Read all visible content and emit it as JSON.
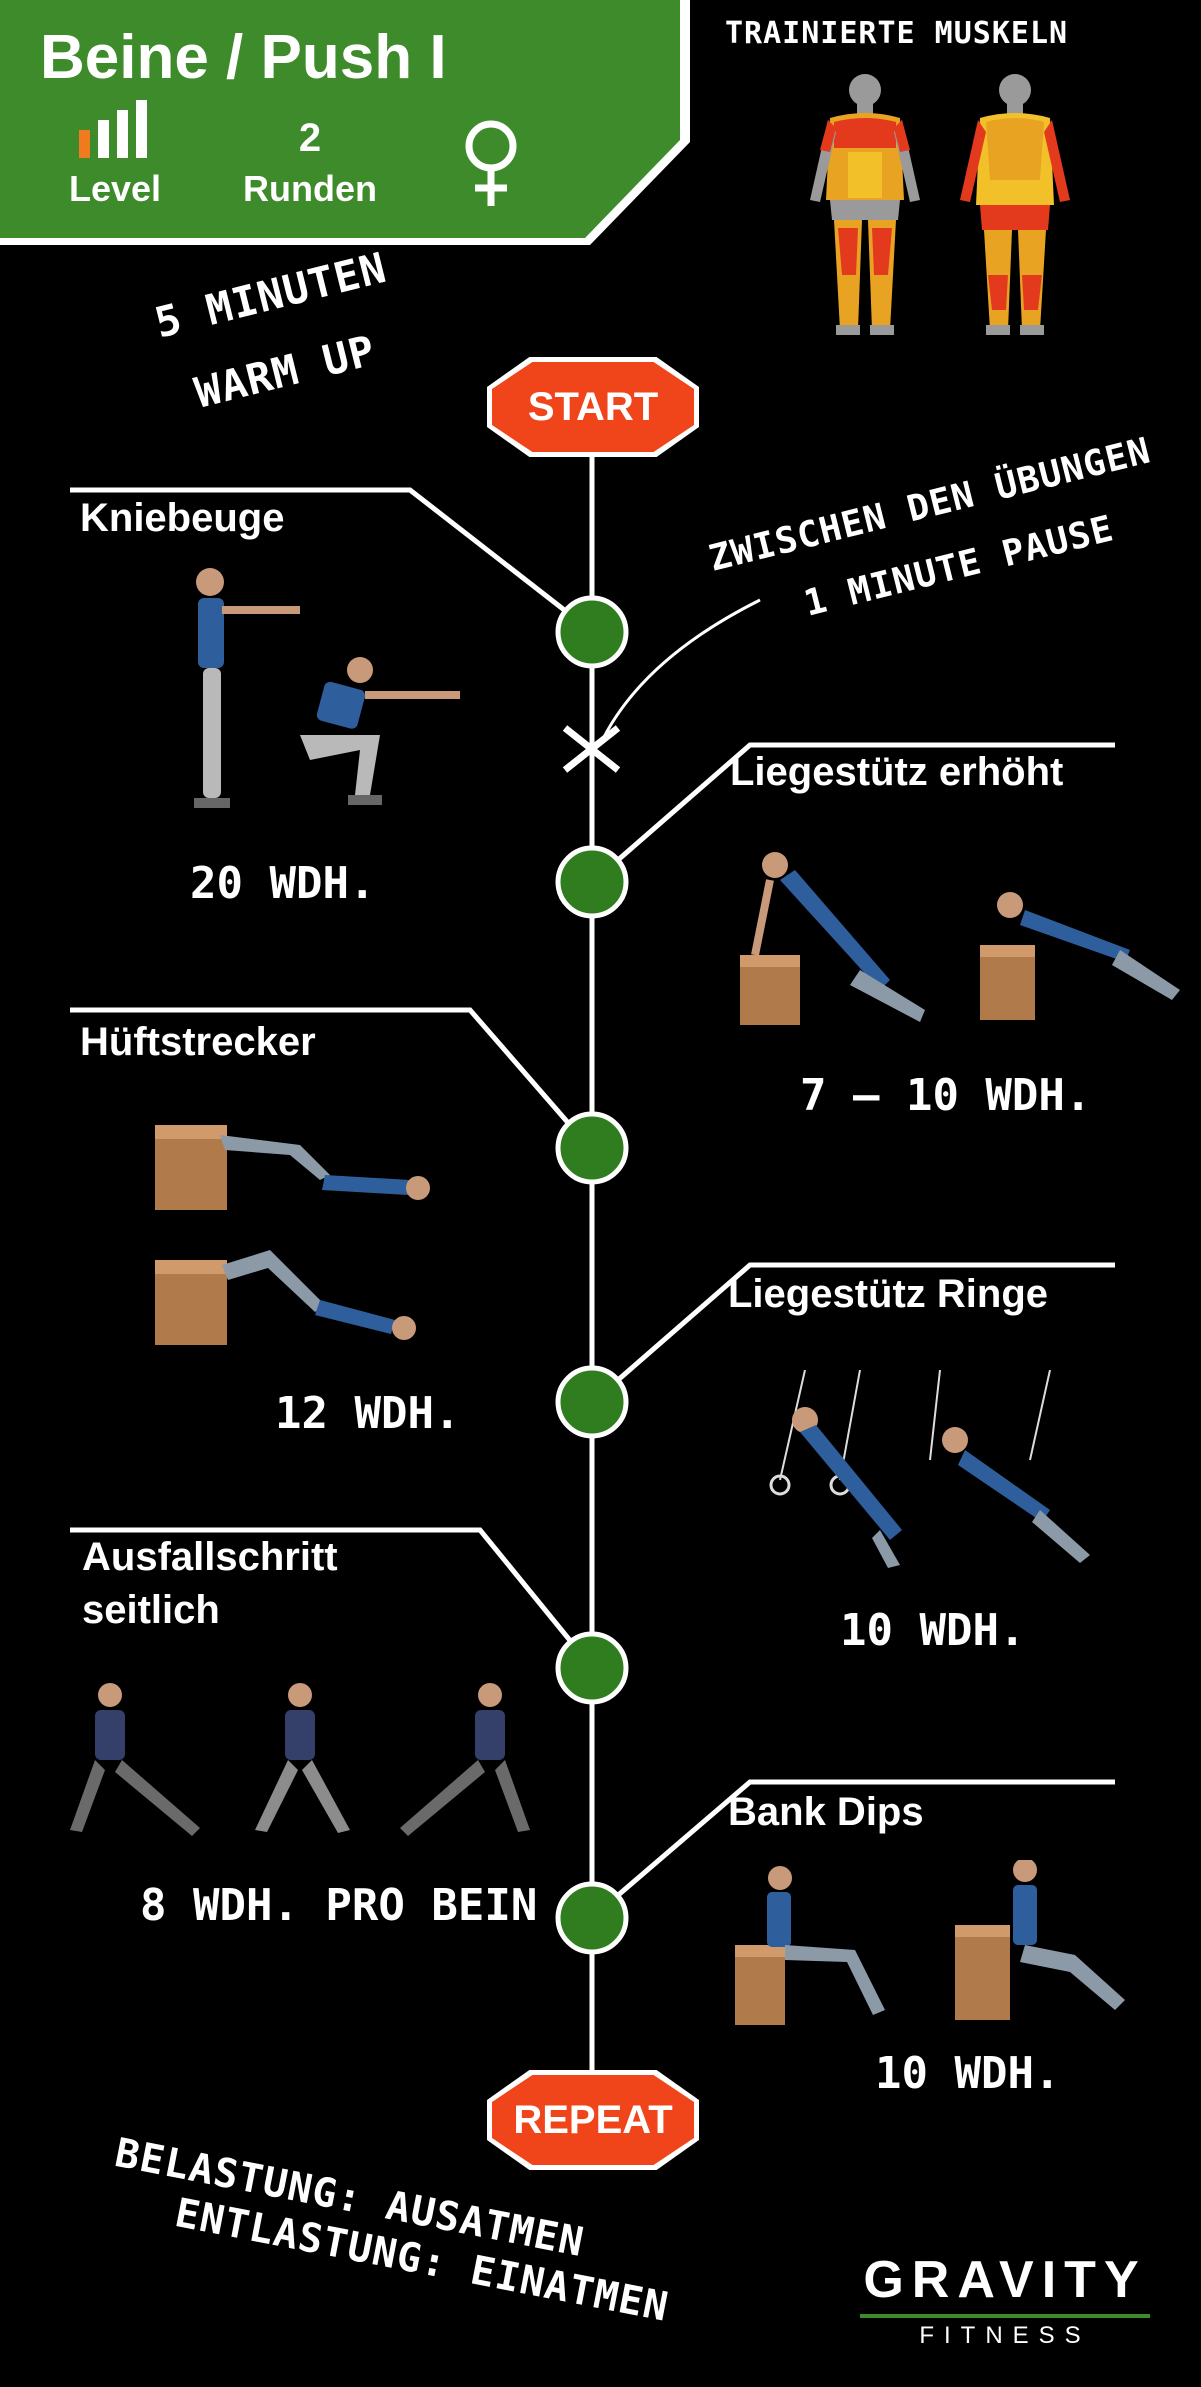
{
  "header": {
    "title": "Beine / Push I",
    "level_label": "Level",
    "rounds_value": "2",
    "rounds_label": "Runden",
    "gender_symbol": "♀",
    "level_bars_filled": 1,
    "level_bars_total": 4,
    "panel_color": "#3d8b2a",
    "level_filled_color": "#f07b1f",
    "level_empty_color": "#ffffff"
  },
  "muscles": {
    "title": "TRAINIERTE MUSKELN",
    "icon": "muscle-diagram-icon"
  },
  "warmup": {
    "line1": "5 MINUTEN",
    "line2": "WARM UP"
  },
  "pause_note": {
    "line1": "ZWISCHEN DEN ÜBUNGEN",
    "line2": "1 MINUTE PAUSE"
  },
  "start_label": "START",
  "repeat_label": "REPEAT",
  "badge_color": "#f0451a",
  "node_color": "#2f7d1f",
  "exercises": [
    {
      "title": "Kniebeuge",
      "reps": "20 WDH.",
      "side": "left",
      "icon": "squat-figure-icon"
    },
    {
      "title": "Liegestütz erhöht",
      "reps": "7 – 10 WDH.",
      "side": "right",
      "icon": "incline-pushup-figure-icon"
    },
    {
      "title": "Hüftstrecker",
      "reps": "12 WDH.",
      "side": "left",
      "icon": "hip-thrust-figure-icon"
    },
    {
      "title": "Liegestütz Ringe",
      "reps": "10 WDH.",
      "side": "right",
      "icon": "ring-pushup-figure-icon"
    },
    {
      "title_line1": "Ausfallschritt",
      "title_line2": "seitlich",
      "reps": "8 WDH. PRO BEIN",
      "side": "left",
      "icon": "side-lunge-figure-icon"
    },
    {
      "title": "Bank Dips",
      "reps": "10 WDH.",
      "side": "right",
      "icon": "bench-dips-figure-icon"
    }
  ],
  "breathing": {
    "line1": "BELASTUNG: AUSATMEN",
    "line2": "ENTLASTUNG: EINATMEN"
  },
  "brand": {
    "name": "GRAVITY",
    "sub": "FITNESS",
    "accent": "#3d8b2a"
  }
}
